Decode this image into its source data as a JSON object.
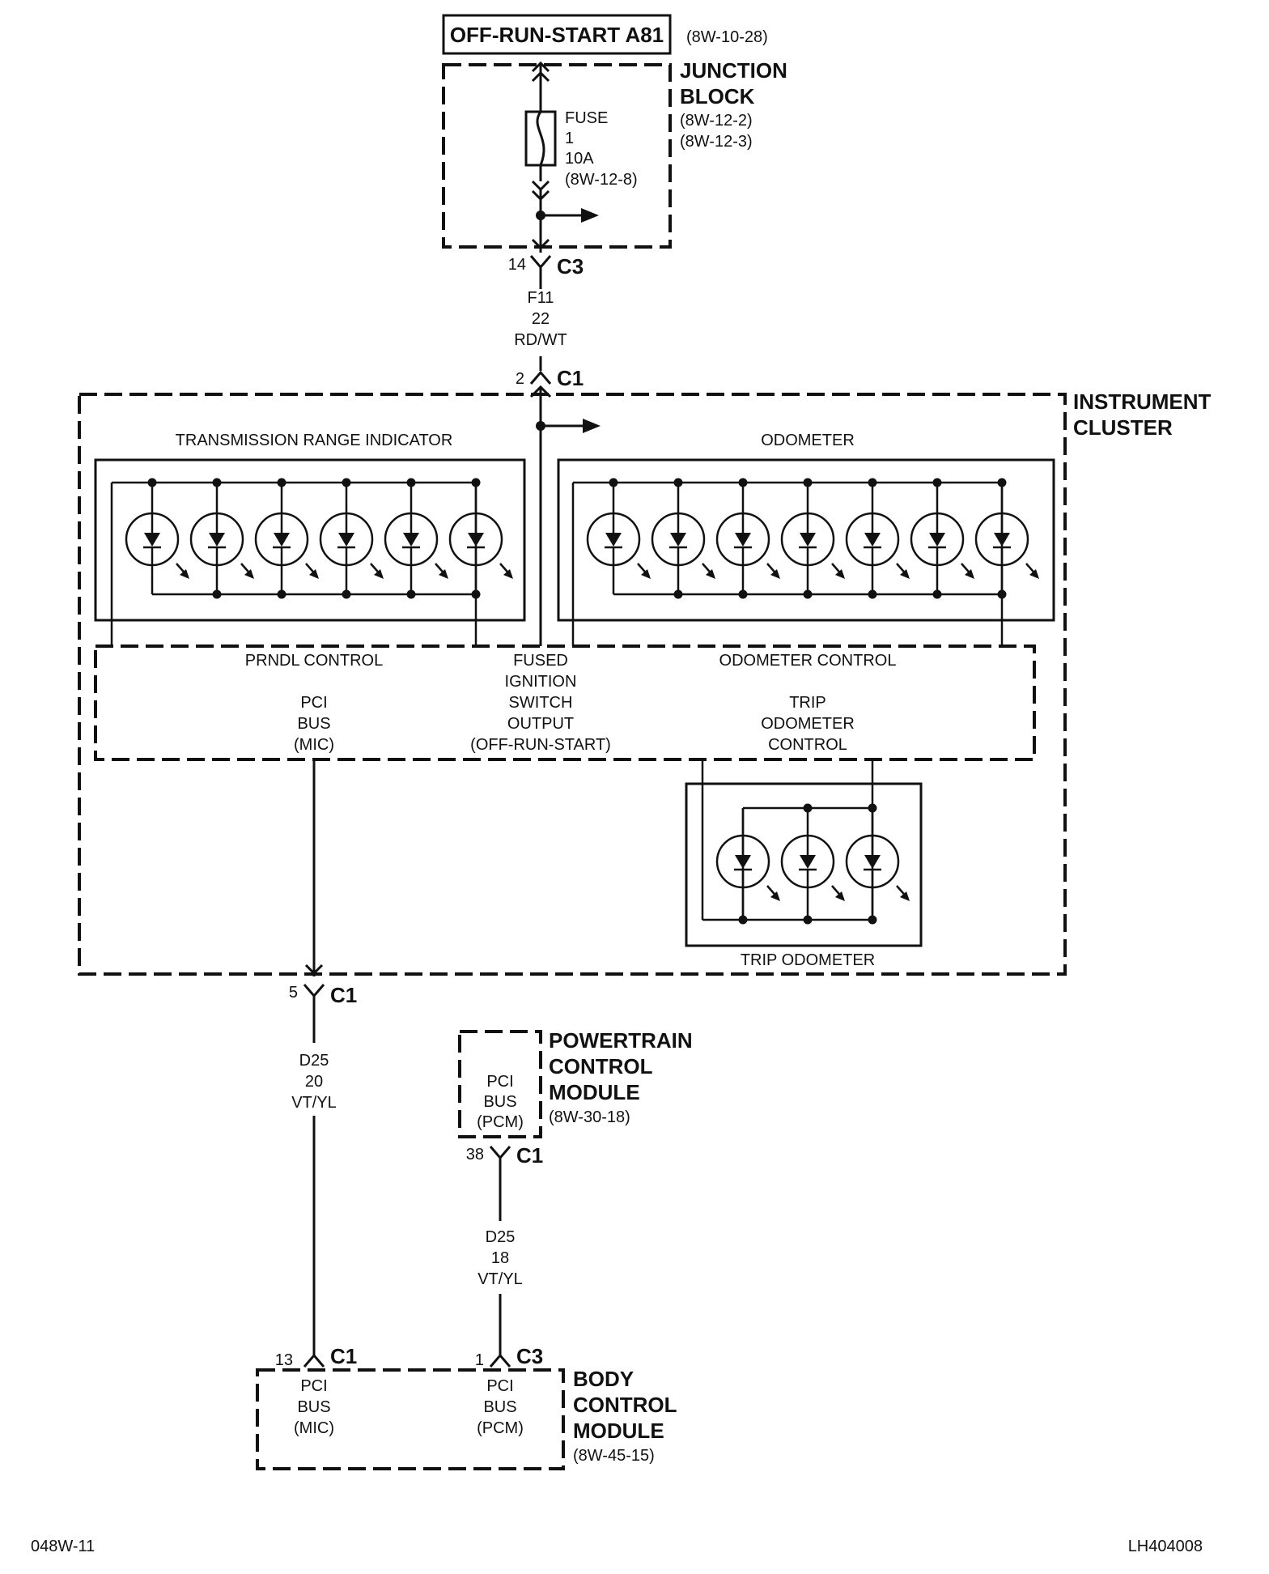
{
  "source": {
    "title": "OFF-RUN-START A81",
    "ref": "(8W-10-28)"
  },
  "junction_block": {
    "name_line1": "JUNCTION",
    "name_line2": "BLOCK",
    "ref1": "(8W-12-2)",
    "ref2": "(8W-12-3)",
    "fuse_label": "FUSE",
    "fuse_number": "1",
    "fuse_rating": "10A",
    "fuse_ref": "(8W-12-8)",
    "connector_pin": "14",
    "connector_name": "C3"
  },
  "wire_f11": {
    "circuit": "F11",
    "gauge": "22",
    "color": "RD/WT"
  },
  "instrument_cluster": {
    "name_line1": "INSTRUMENT",
    "name_line2": "CLUSTER",
    "input_pin": "2",
    "input_connector": "C1",
    "output_pin": "5",
    "output_connector": "C1",
    "transmission_range_indicator": "TRANSMISSION RANGE INDICATOR",
    "odometer": "ODOMETER",
    "prndl_control": "PRNDL CONTROL",
    "odometer_control": "ODOMETER CONTROL",
    "fused_ignition": [
      "FUSED",
      "IGNITION",
      "SWITCH",
      "OUTPUT",
      "(OFF-RUN-START)"
    ],
    "pci_bus_mic": [
      "PCI",
      "BUS",
      "(MIC)"
    ],
    "trip_odometer_control": [
      "TRIP",
      "ODOMETER",
      "CONTROL"
    ],
    "trip_odometer": "TRIP ODOMETER"
  },
  "wire_d25_a": {
    "circuit": "D25",
    "gauge": "20",
    "color": "VT/YL"
  },
  "powertrain_control_module": {
    "name_line1": "POWERTRAIN",
    "name_line2": "CONTROL",
    "name_line3": "MODULE",
    "ref": "(8W-30-18)",
    "pci_bus": [
      "PCI",
      "BUS",
      "(PCM)"
    ],
    "pin": "38",
    "connector": "C1"
  },
  "wire_d25_b": {
    "circuit": "D25",
    "gauge": "18",
    "color": "VT/YL"
  },
  "body_control_module": {
    "name_line1": "BODY",
    "name_line2": "CONTROL",
    "name_line3": "MODULE",
    "ref": "(8W-45-15)",
    "pci_bus_mic": [
      "PCI",
      "BUS",
      "(MIC)"
    ],
    "pci_bus_pcm": [
      "PCI",
      "BUS",
      "(PCM)"
    ],
    "pin_mic": "13",
    "connector_mic": "C1",
    "pin_pcm": "1",
    "connector_pcm": "C3"
  },
  "footer": {
    "left": "048W-11",
    "right": "LH404008"
  }
}
